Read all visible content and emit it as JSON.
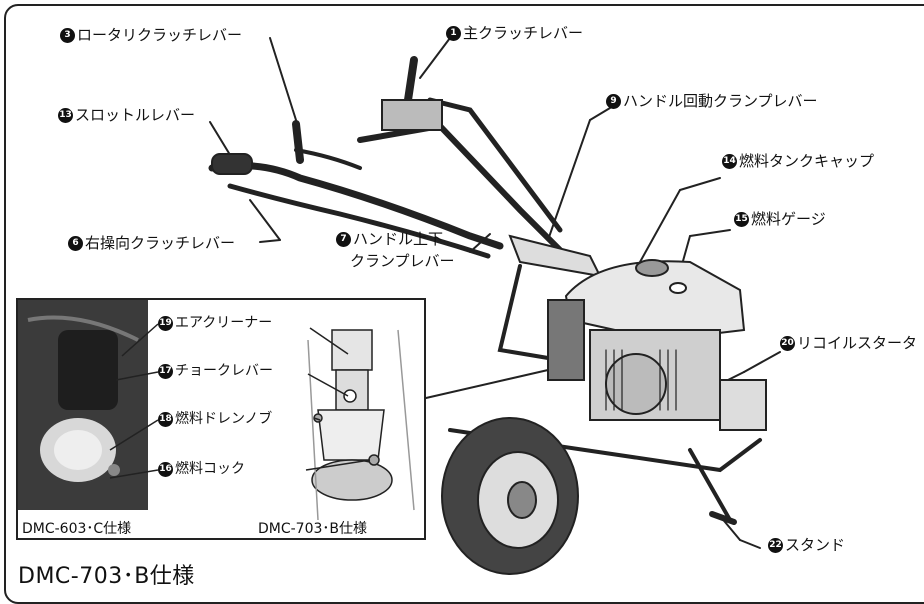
{
  "labels": {
    "l1": {
      "num": "1",
      "text": "主クラッチレバー"
    },
    "l3": {
      "num": "3",
      "text": "ロータリクラッチレバー"
    },
    "l9": {
      "num": "9",
      "text": "ハンドル回動クランプレバー"
    },
    "l13": {
      "num": "13",
      "text": "スロットルレバー"
    },
    "l14": {
      "num": "14",
      "text": "燃料タンクキャップ"
    },
    "l15": {
      "num": "15",
      "text": "燃料ゲージ"
    },
    "l6": {
      "num": "6",
      "text": "右操向クラッチレバー"
    },
    "l7a": {
      "num": "7",
      "text": "ハンドル上下"
    },
    "l7b": {
      "text": "クランプレバー"
    },
    "l20": {
      "num": "20",
      "text": "リコイルスタータ"
    },
    "l19": {
      "num": "19",
      "text": "エアクリーナー"
    },
    "l17": {
      "num": "17",
      "text": "チョークレバー"
    },
    "l18": {
      "num": "18",
      "text": "燃料ドレンノブ"
    },
    "l16": {
      "num": "16",
      "text": "燃料コック"
    },
    "l22": {
      "num": "22",
      "text": "スタンド"
    }
  },
  "specs": {
    "inset_left": "DMC-603･C仕様",
    "inset_right": "DMC-703･B仕様",
    "main": "DMC-703･B仕様"
  }
}
